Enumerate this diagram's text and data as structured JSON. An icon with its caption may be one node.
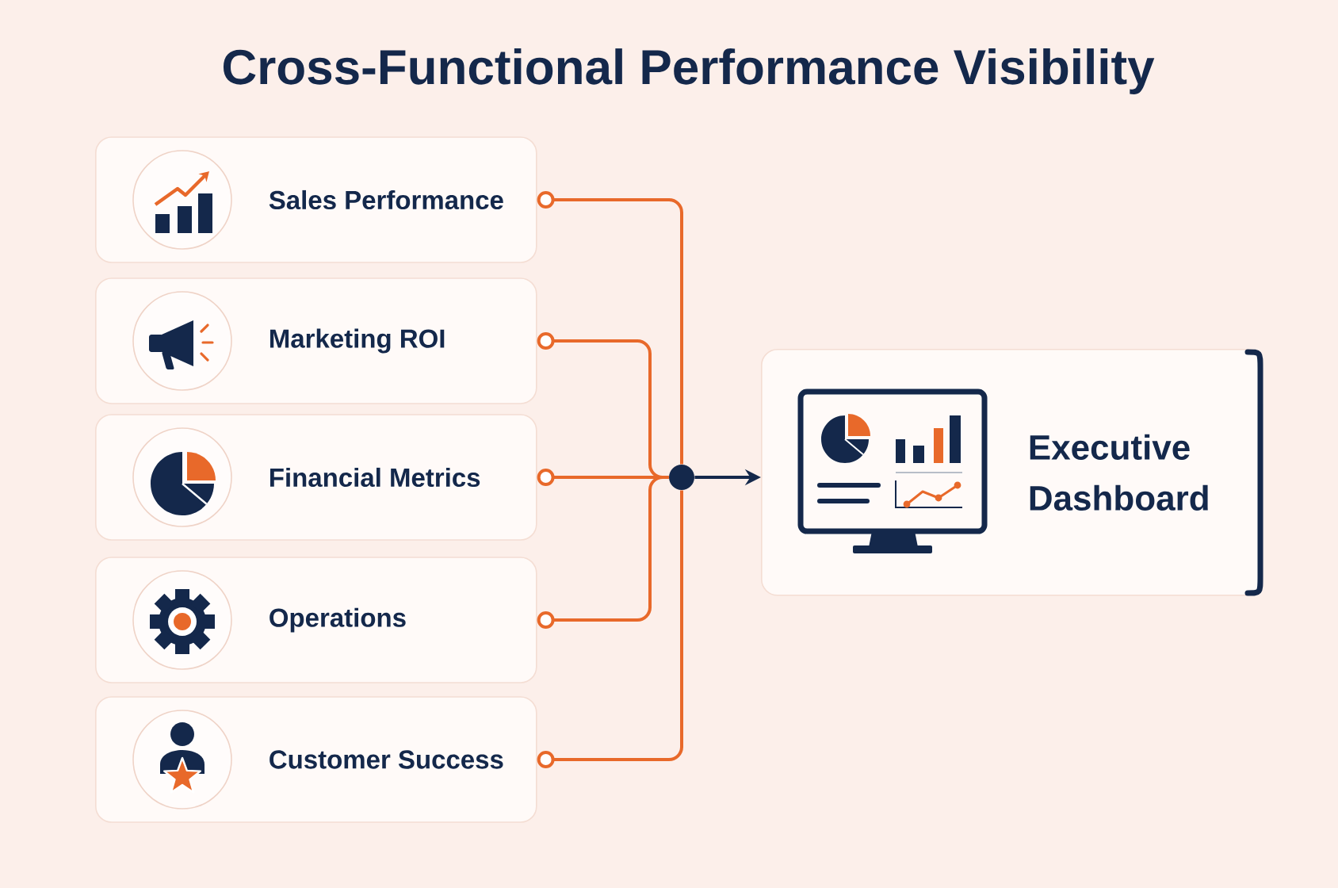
{
  "diagram": {
    "title": "Cross-Functional Performance Visibility",
    "nodes": [
      {
        "text": [
          "Sales Performance"
        ]
      },
      {
        "text": [
          "Marketing ROI"
        ]
      },
      {
        "text": [
          "Financial Metrics"
        ]
      },
      {
        "text": [
          "Operations"
        ]
      },
      {
        "text": [
          "Customer Success"
        ]
      },
      {
        "text": [],
        "shape": "circle"
      },
      {
        "text": [
          "Executive Dashboard"
        ]
      }
    ],
    "edges": [
      {
        "from": 0,
        "to": 5,
        "arrow": "other"
      },
      {
        "from": 1,
        "to": 5,
        "arrow": "other"
      },
      {
        "from": 2,
        "to": 5,
        "arrow": "other"
      },
      {
        "from": 3,
        "to": 5,
        "arrow": "other"
      },
      {
        "from": 4,
        "to": 5,
        "arrow": "other"
      },
      {
        "from": 5,
        "to": 6,
        "arrow": "to",
        "color": "#14284b"
      }
    ]
  }
}
